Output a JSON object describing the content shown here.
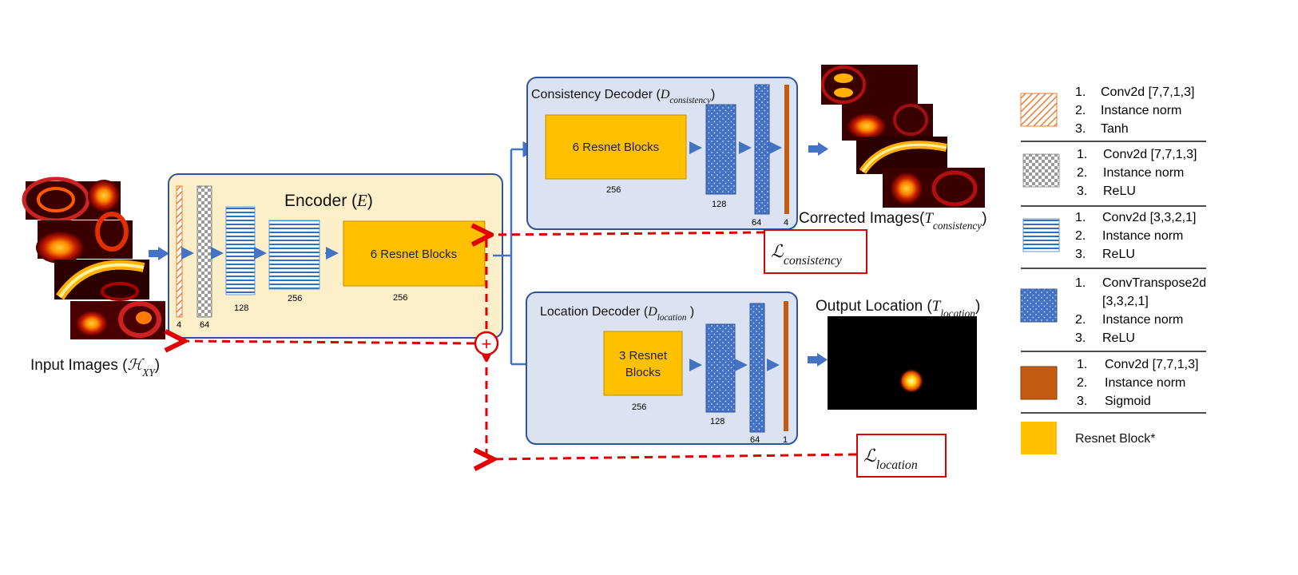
{
  "input": {
    "label": "Input Images (",
    "symbol": "ℋ",
    "sub": "XY",
    "close": ")"
  },
  "encoder": {
    "title": "Encoder (",
    "symbol": "E",
    "close": ")",
    "resnet_label": "6 Resnet Blocks",
    "layer_numbers": [
      "4",
      "64",
      "128",
      "256",
      "256"
    ]
  },
  "consistency_decoder": {
    "title": "Consistency Decoder (",
    "symbol": "D",
    "sub": "consistency",
    "close": ")",
    "resnet_label": "6 Resnet Blocks",
    "layer_numbers": [
      "256",
      "128",
      "64",
      "4"
    ]
  },
  "location_decoder": {
    "title": "Location Decoder  (",
    "symbol": "D",
    "sub": "location",
    "close": " )",
    "resnet_label_1": "3 Resnet",
    "resnet_label_2": "Blocks",
    "layer_numbers": [
      "256",
      "128",
      "64",
      "1"
    ]
  },
  "outputs": {
    "corrected": {
      "label": "Corrected Images(",
      "symbol": "T",
      "sub": "consistency",
      "close": ")"
    },
    "location": {
      "label": "Output Location (",
      "symbol": "T",
      "sub": "location",
      "close": ")"
    }
  },
  "losses": {
    "consistency": {
      "symbol": "ℒ",
      "sub": "consistency"
    },
    "location": {
      "symbol": "ℒ",
      "sub": "location"
    },
    "sum_symbol": "+"
  },
  "legend": {
    "items": [
      {
        "pattern": "orange-diagonal-hatch",
        "lines": [
          "Conv2d [7,7,1,3]",
          "Instance norm",
          "Tanh"
        ]
      },
      {
        "pattern": "gray-checkerboard",
        "lines": [
          "Conv2d [7,7,1,3]",
          "Instance norm",
          "ReLU"
        ]
      },
      {
        "pattern": "blue-horizontal-stripes",
        "lines": [
          "Conv2d [3,3,2,1]",
          "Instance norm",
          "ReLU"
        ]
      },
      {
        "pattern": "blue-dotted",
        "lines": [
          "ConvTranspose2d",
          "[3,3,2,1]",
          "Instance norm",
          "ReLU"
        ]
      },
      {
        "pattern": "brown-solid",
        "lines": [
          "Conv2d [7,7,1,3]",
          "Instance norm",
          "Sigmoid"
        ]
      }
    ],
    "resnet_label": "Resnet Block*",
    "numbers": [
      "1.",
      "2.",
      "3."
    ]
  },
  "colors": {
    "encoder_fill": "#fcefc9",
    "decoder_fill": "#dbe3f3",
    "box_border": "#2f5597",
    "resnet_fill": "#ffc000",
    "arrow_blue": "#4472c4",
    "loss_red": "#e00000",
    "orange_hatch": "#ed7d31",
    "brown_fill": "#c55a11",
    "dotted_blue": "#4472c4",
    "stripe_blue": "#5b9bd5"
  }
}
